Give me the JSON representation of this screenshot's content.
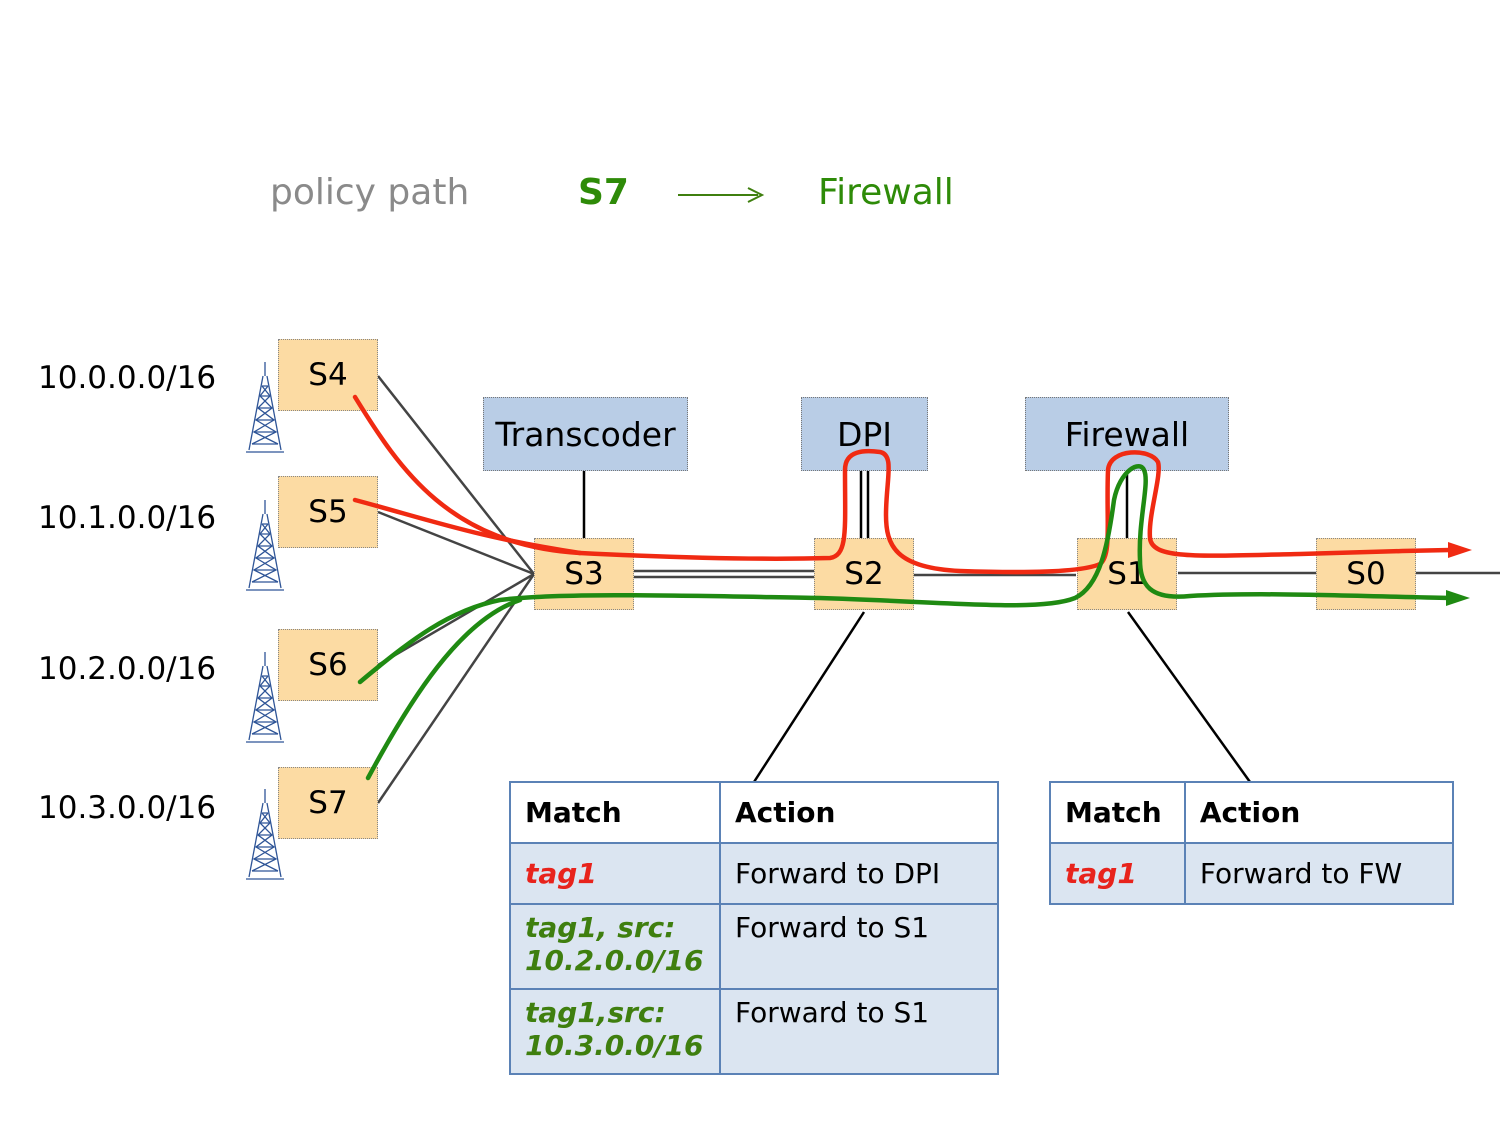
{
  "legend": {
    "label": "policy path",
    "from": "S7",
    "to": "Firewall"
  },
  "subnets": [
    "10.0.0.0/16",
    "10.1.0.0/16",
    "10.2.0.0/16",
    "10.3.0.0/16"
  ],
  "switches": {
    "s4": "S4",
    "s5": "S5",
    "s6": "S6",
    "s7": "S7",
    "s3": "S3",
    "s2": "S2",
    "s1": "S1",
    "s0": "S0"
  },
  "middleboxes": {
    "transcoder": "Transcoder",
    "dpi": "DPI",
    "firewall": "Firewall"
  },
  "colors": {
    "switch_fill": "#fcdba3",
    "middlebox_fill": "#b9cde6",
    "red_path": "#f02a12",
    "green_path": "#1f8a12",
    "table_border": "#5b82b6",
    "table_row": "#dbe5f1"
  },
  "table_s2": {
    "header": {
      "match": "Match",
      "action": "Action"
    },
    "rows": [
      {
        "match": "tag1",
        "action": "Forward to DPI"
      },
      {
        "match_line1": "tag1, src:",
        "match_line2": "10.2.0.0/16",
        "action": "Forward to S1"
      },
      {
        "match_line1": "tag1,src:",
        "match_line2": "10.3.0.0/16",
        "action": "Forward to S1"
      }
    ]
  },
  "table_s1": {
    "header": {
      "match": "Match",
      "action": "Action"
    },
    "rows": [
      {
        "match": "tag1",
        "action": "Forward to FW"
      }
    ]
  },
  "icons": [
    "cell-tower-icon",
    "arrow-right-icon"
  ]
}
